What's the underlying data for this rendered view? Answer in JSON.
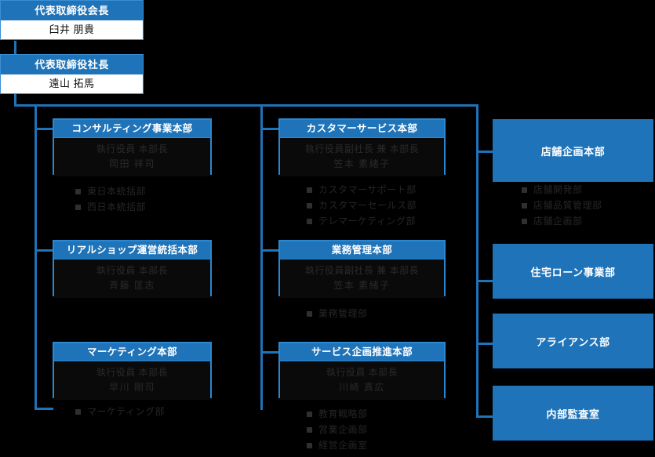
{
  "executives": [
    {
      "title": "代表取締役会長",
      "name": "臼井 朋貴"
    },
    {
      "title": "代表取締役社長",
      "name": "遠山 拓馬"
    }
  ],
  "divisions": {
    "left": [
      {
        "title": "コンサルティング事業本部",
        "role": "執行役員 本部長",
        "person": "岡田 祥司",
        "departments": [
          "東日本統括部",
          "西日本統括部"
        ]
      },
      {
        "title": "リアルショップ運営統括本部",
        "role": "執行役員 本部長",
        "person": "斉藤 匡志",
        "departments": []
      },
      {
        "title": "マーケティング本部",
        "role": "執行役員 本部長",
        "person": "早川 剛司",
        "departments": [
          "マーケティング部"
        ]
      }
    ],
    "middle": [
      {
        "title": "カスタマーサービス本部",
        "role": "執行役員副社長 兼 本部長",
        "person": "笠本 素緒子",
        "departments": [
          "カスタマーサポート部",
          "カスタマーセールス部",
          "テレマーケティング部"
        ]
      },
      {
        "title": "業務管理本部",
        "role": "執行役員副社長 兼 本部長",
        "person": "笠本 素緒子",
        "departments": [
          "業務管理部"
        ]
      },
      {
        "title": "サービス企画推進本部",
        "role": "執行役員 本部長",
        "person": "川崎 真広",
        "departments": [
          "教育戦略部",
          "営業企画部",
          "経営企画室"
        ]
      }
    ],
    "right": [
      {
        "title": "店舗企画本部",
        "departments": [
          "店舗開発部",
          "店舗品質管理部",
          "店舗企画部"
        ]
      },
      {
        "title": "住宅ローン事業部",
        "departments": []
      },
      {
        "title": "アライアンス部",
        "departments": []
      },
      {
        "title": "内部監査室",
        "departments": []
      }
    ]
  },
  "colors": {
    "brand_blue": "#1f73b8",
    "border_blue": "#2b87d0",
    "background": "#000000",
    "header_text": "#ffffff",
    "body_text": "#262626"
  }
}
